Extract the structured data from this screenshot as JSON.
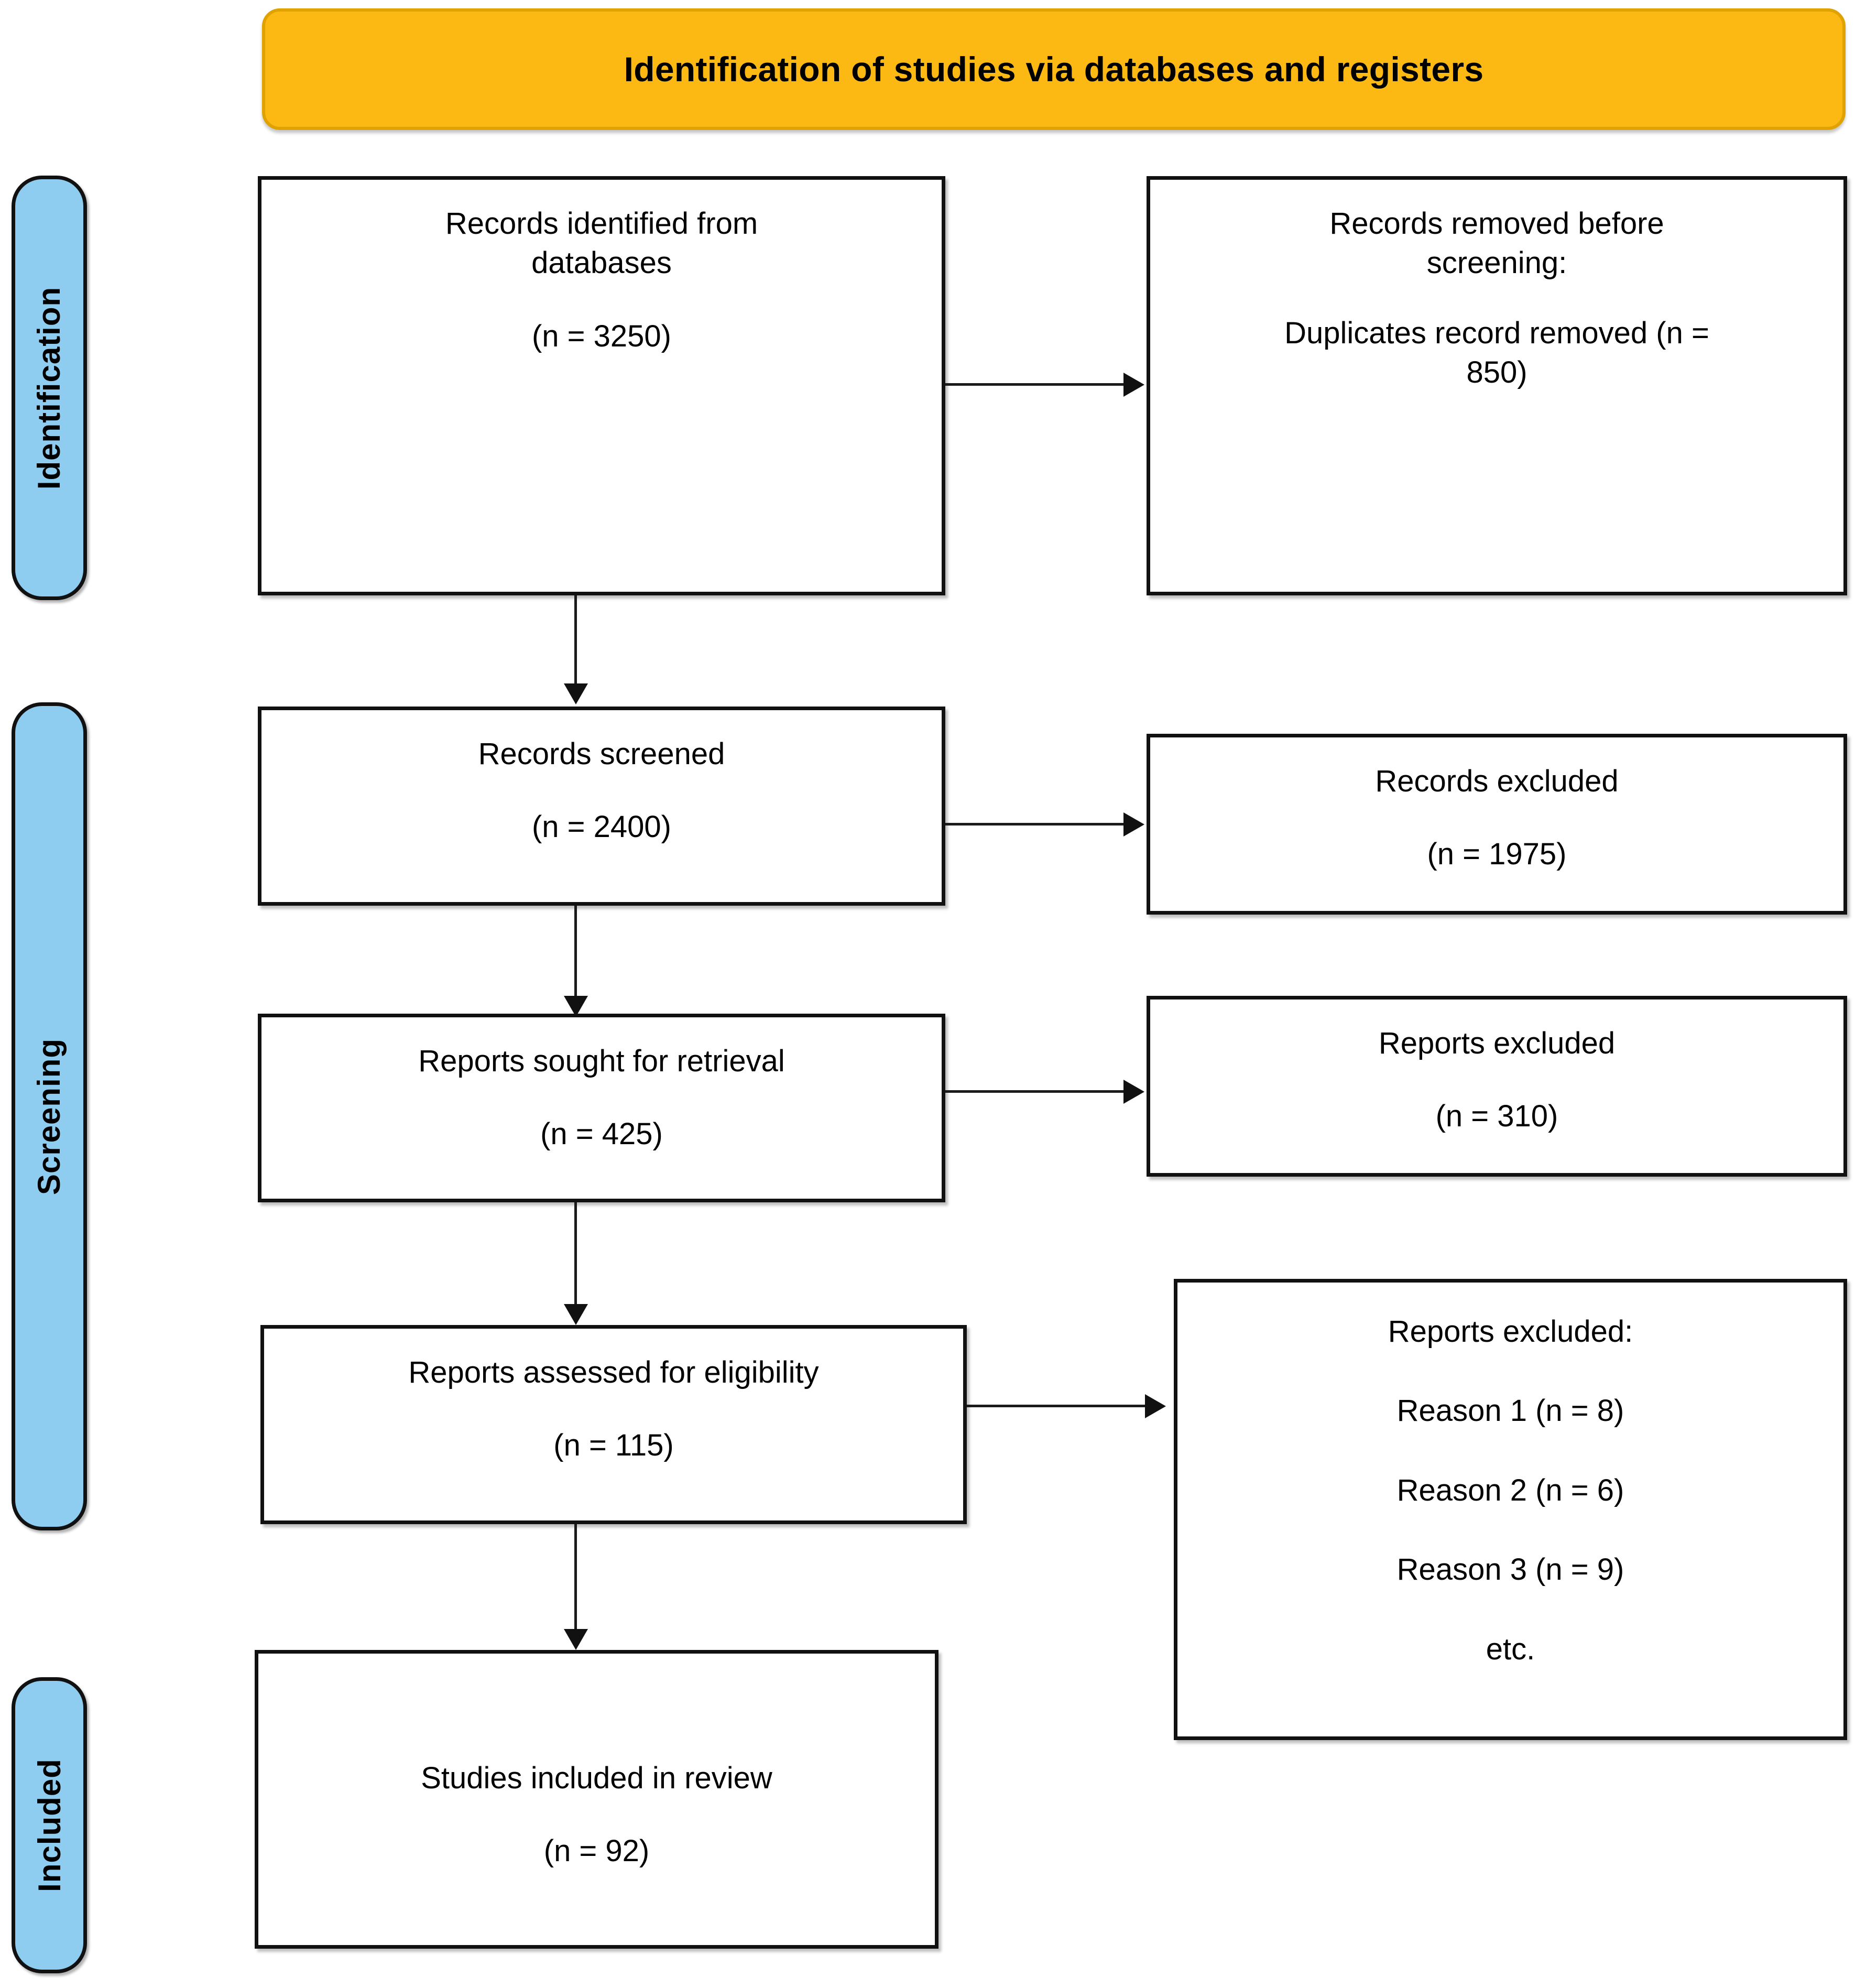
{
  "banner": {
    "title": "Identification of studies via databases and registers",
    "fill": "#FDB913",
    "border": "#E0A200"
  },
  "stages": [
    {
      "key": "identification",
      "label": "Identification",
      "fill": "#8ECDF0"
    },
    {
      "key": "screening",
      "label": "Screening",
      "fill": "#8ECDF0"
    },
    {
      "key": "included",
      "label": "Included",
      "fill": "#8ECDF0"
    }
  ],
  "boxes": {
    "records_identified": {
      "line1": "Records identified from",
      "line2": "databases",
      "count": "(n = 3250)"
    },
    "records_removed": {
      "line1": "Records removed before",
      "line2": "screening:",
      "detail1": "Duplicates record removed (n =",
      "detail2": "850)"
    },
    "records_screened": {
      "line1": "Records screened",
      "count": "(n = 2400)"
    },
    "records_excluded": {
      "line1": "Records excluded",
      "count": "(n = 1975)"
    },
    "reports_sought": {
      "line1": "Reports sought for retrieval",
      "count": "(n = 425)"
    },
    "reports_excluded_simple": {
      "line1": "Reports excluded",
      "count": "(n = 310)"
    },
    "reports_assessed": {
      "line1": "Reports assessed for eligibility",
      "count": "(n = 115)"
    },
    "reports_excluded_reasons": {
      "heading": "Reports excluded:",
      "reason1": "Reason 1 (n = 8)",
      "reason2": "Reason 2 (n = 6)",
      "reason3": "Reason 3 (n = 9)",
      "etc": "etc."
    },
    "studies_included": {
      "line1": "Studies included in review",
      "count": "(n = 92)"
    }
  },
  "chart_data": {
    "type": "diagram",
    "title": "Identification of studies via databases and registers",
    "diagram": "PRISMA flow diagram",
    "nodes": [
      {
        "id": "records_identified",
        "stage": "Identification",
        "label": "Records identified from databases",
        "n": 3250
      },
      {
        "id": "records_removed",
        "stage": "Identification",
        "label": "Records removed before screening: Duplicates record removed",
        "n": 850
      },
      {
        "id": "records_screened",
        "stage": "Screening",
        "label": "Records screened",
        "n": 2400
      },
      {
        "id": "records_excluded",
        "stage": "Screening",
        "label": "Records excluded",
        "n": 1975
      },
      {
        "id": "reports_sought",
        "stage": "Screening",
        "label": "Reports sought for retrieval",
        "n": 425
      },
      {
        "id": "reports_excluded_simple",
        "stage": "Screening",
        "label": "Reports excluded",
        "n": 310
      },
      {
        "id": "reports_assessed",
        "stage": "Screening",
        "label": "Reports assessed for eligibility",
        "n": 115
      },
      {
        "id": "reports_excluded_reasons",
        "stage": "Screening",
        "label": "Reports excluded: Reason 1 (n = 8), Reason 2 (n = 6), Reason 3 (n = 9), etc.",
        "reasons": [
          {
            "label": "Reason 1",
            "n": 8
          },
          {
            "label": "Reason 2",
            "n": 6
          },
          {
            "label": "Reason 3",
            "n": 9
          },
          {
            "label": "etc.",
            "n": null
          }
        ]
      },
      {
        "id": "studies_included",
        "stage": "Included",
        "label": "Studies included in review",
        "n": 92
      }
    ],
    "edges": [
      {
        "from": "records_identified",
        "to": "records_removed",
        "direction": "right"
      },
      {
        "from": "records_identified",
        "to": "records_screened",
        "direction": "down"
      },
      {
        "from": "records_screened",
        "to": "records_excluded",
        "direction": "right"
      },
      {
        "from": "records_screened",
        "to": "reports_sought",
        "direction": "down"
      },
      {
        "from": "reports_sought",
        "to": "reports_excluded_simple",
        "direction": "right"
      },
      {
        "from": "reports_sought",
        "to": "reports_assessed",
        "direction": "down"
      },
      {
        "from": "reports_assessed",
        "to": "reports_excluded_reasons",
        "direction": "right"
      },
      {
        "from": "reports_assessed",
        "to": "studies_included",
        "direction": "down"
      }
    ]
  }
}
